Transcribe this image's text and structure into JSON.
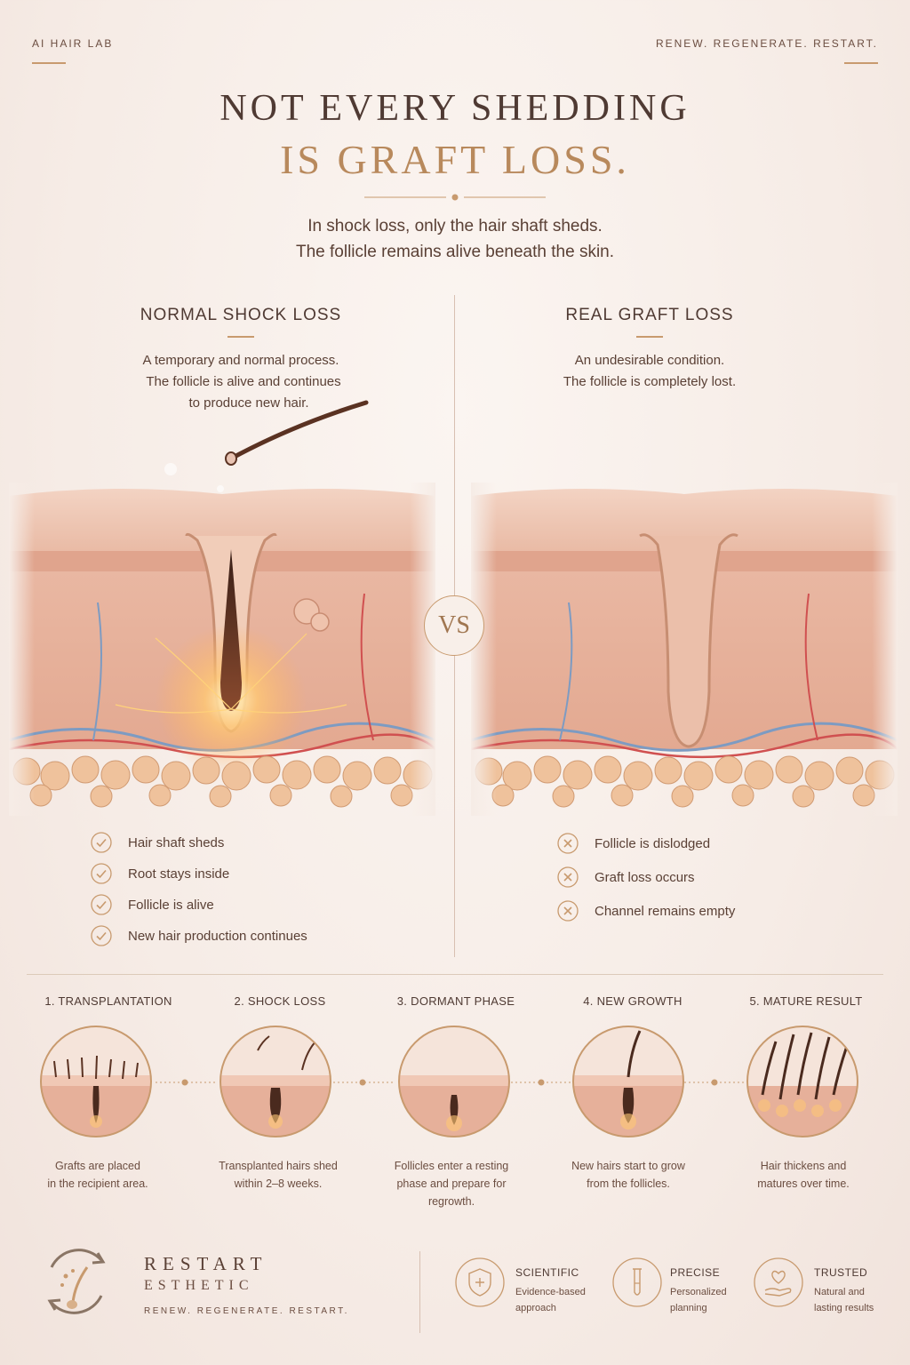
{
  "header": {
    "brand": "AI HAIR LAB",
    "tagline": "RENEW. REGENERATE. RESTART.",
    "title_line1": "NOT EVERY SHEDDING",
    "title_line2": "IS GRAFT LOSS.",
    "subtitle_line1": "In shock loss, only the hair shaft sheds.",
    "subtitle_line2": "The follicle remains alive beneath the skin."
  },
  "left": {
    "heading": "NORMAL SHOCK LOSS",
    "desc_line1": "A temporary and normal process.",
    "desc_line2": "The follicle is alive and continues",
    "desc_line3": "to produce new hair.",
    "items": [
      "Hair shaft sheds",
      "Root stays inside",
      "Follicle is alive",
      "New hair production continues"
    ]
  },
  "right": {
    "heading": "REAL GRAFT LOSS",
    "desc_line1": "An undesirable condition.",
    "desc_line2": "The follicle is completely lost.",
    "items": [
      "Follicle is dislodged",
      "Graft loss occurs",
      "Channel remains empty"
    ]
  },
  "vs_label": "VS",
  "steps": [
    {
      "title": "1. TRANSPLANTATION",
      "desc1": "Grafts are placed",
      "desc2": "in the recipient area.",
      "desc3": ""
    },
    {
      "title": "2. SHOCK LOSS",
      "desc1": "Transplanted hairs shed",
      "desc2": "within 2–8 weeks.",
      "desc3": ""
    },
    {
      "title": "3. DORMANT PHASE",
      "desc1": "Follicles enter a resting",
      "desc2": "phase and prepare for",
      "desc3": "regrowth."
    },
    {
      "title": "4. NEW GROWTH",
      "desc1": "New hairs start to grow",
      "desc2": "from the follicles.",
      "desc3": ""
    },
    {
      "title": "5. MATURE RESULT",
      "desc1": "Hair thickens and",
      "desc2": "matures over time.",
      "desc3": ""
    }
  ],
  "footer": {
    "logo_line1": "RESTART",
    "logo_line2": "ESTHETIC",
    "logo_tagline": "RENEW. REGENERATE. RESTART.",
    "features": [
      {
        "icon": "shield-icon",
        "title": "SCIENTIFIC",
        "desc1": "Evidence-based",
        "desc2": "approach"
      },
      {
        "icon": "test-tube-icon",
        "title": "PRECISE",
        "desc1": "Personalized",
        "desc2": "planning"
      },
      {
        "icon": "heart-hand-icon",
        "title": "TRUSTED",
        "desc1": "Natural and",
        "desc2": "lasting results"
      }
    ]
  },
  "colors": {
    "accent": "#c89a6e",
    "gold_title": "#b8895c",
    "text": "#5a4035"
  }
}
